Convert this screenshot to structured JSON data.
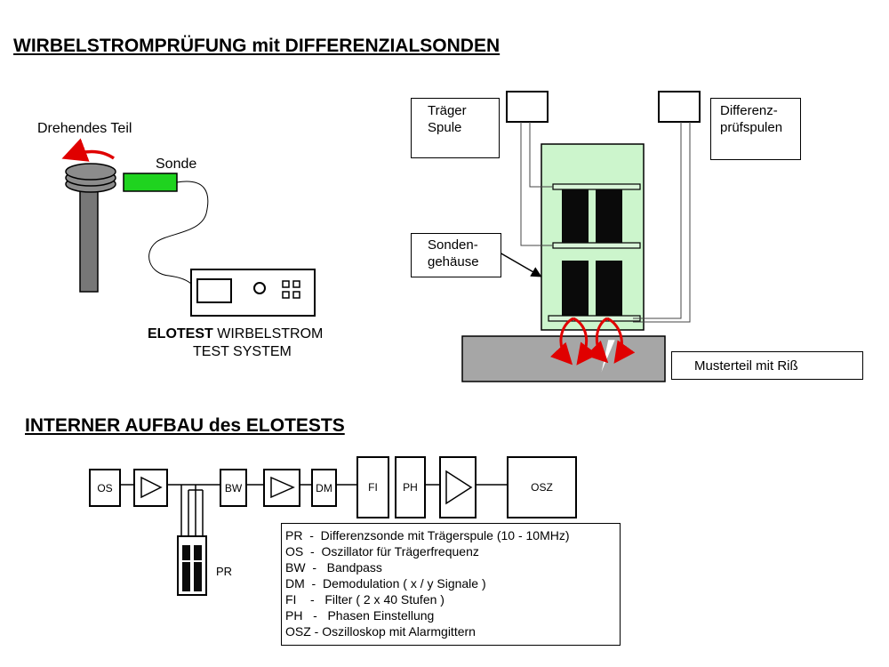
{
  "titles": {
    "main": "WIRBELSTROMPRÜFUNG  mit DIFFERENZIALSONDEN",
    "internal": "INTERNER AUFBAU des ELOTESTS"
  },
  "left_setup": {
    "rotating_part": "Drehendes Teil",
    "probe": "Sonde",
    "system_brand": "ELOTEST",
    "system_line1_rest": " WIRBELSTROM",
    "system_line2": "TEST SYSTEM"
  },
  "probe_detail": {
    "carrier_coil_line1": "Träger",
    "carrier_coil_line2": "Spule",
    "diff_coils_line1": "Differenz-",
    "diff_coils_line2": "prüfspulen",
    "housing_line1": "Sonden-",
    "housing_line2": "gehäuse",
    "sample": "Musterteil mit Riß"
  },
  "blocks": {
    "os": "OS",
    "bw": "BW",
    "dm": "DM",
    "fi": "FI",
    "ph": "PH",
    "osz": "OSZ",
    "pr": "PR"
  },
  "legend": [
    "PR  -  Differenzsonde mit Trägerspule (10 - 10MHz)",
    "OS  -  Oszillator für Trägerfrequenz",
    "BW  -   Bandpass",
    "DM  -  Demodulation ( x / y Signale )",
    "FI    -   Filter ( 2 x 40 Stufen )",
    "PH   -   Phasen Einstellung",
    "OSZ - Oszilloskop mit Alarmgittern"
  ],
  "colors": {
    "probe_green": "#1fd31f",
    "housing_green": "#ccf5cc",
    "eddy_arrow_red": "#e00000",
    "shaft_gray": "#777777",
    "sample_gray": "#a6a6a6"
  }
}
